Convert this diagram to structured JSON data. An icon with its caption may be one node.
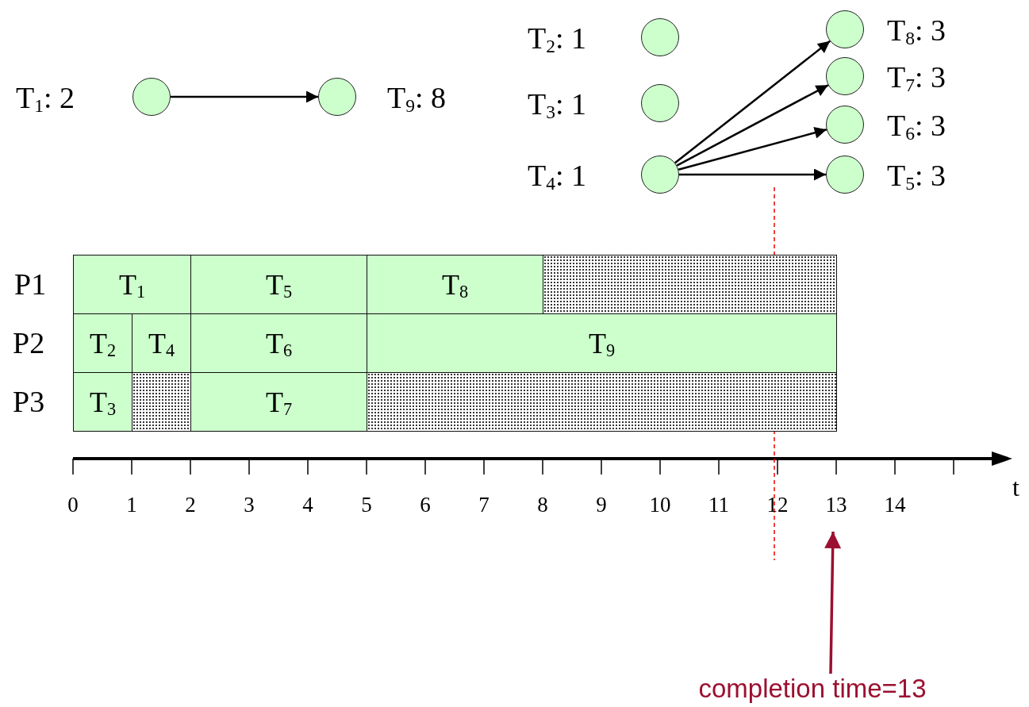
{
  "diagram": {
    "nodes": [
      {
        "text": [],
        "shape": "circle",
        "beside": [
          "T$_{1}$: 2"
        ]
      },
      {
        "text": [],
        "shape": "circle",
        "beside": [
          "T$_{9}$: 8"
        ]
      },
      {
        "text": [],
        "shape": "circle",
        "beside": [
          "T$_{2}$: 1"
        ]
      },
      {
        "text": [],
        "shape": "circle",
        "beside": [
          "T$_{3}$: 1"
        ]
      },
      {
        "text": [],
        "shape": "circle",
        "beside": [
          "T$_{4}$: 1"
        ]
      },
      {
        "text": [],
        "shape": "circle",
        "beside": [
          "T$_{8}$: 3"
        ]
      },
      {
        "text": [],
        "shape": "circle",
        "beside": [
          "T$_{7}$: 3"
        ]
      },
      {
        "text": [],
        "shape": "circle",
        "beside": [
          "T$_{6}$: 3"
        ]
      },
      {
        "text": [],
        "shape": "circle",
        "beside": [
          "T$_{5}$: 3"
        ]
      },
      {
        "text": [
          "T$_{1}$"
        ]
      },
      {
        "text": [
          "T$_{5}$"
        ]
      },
      {
        "text": [
          "T$_{8}$"
        ]
      },
      {
        "text": [],
        "shape": "box"
      },
      {
        "text": [
          "T$_{2}$"
        ]
      },
      {
        "text": [
          "T$_{4}$"
        ]
      },
      {
        "text": [
          "T$_{6}$"
        ]
      },
      {
        "text": [
          "T$_{9}$"
        ]
      },
      {
        "text": [
          "T$_{3}$"
        ]
      },
      {
        "text": [],
        "shape": "box"
      },
      {
        "text": [
          "T$_{7}$"
        ]
      },
      {
        "text": [],
        "shape": "box"
      },
      {
        "text": [
          "completion time=13"
        ]
      }
    ],
    "edges": [
      {
        "from": 0,
        "to": 1,
        "arrow": "to"
      },
      {
        "from": 4,
        "to": 5,
        "arrow": "to"
      },
      {
        "from": 4,
        "to": 6,
        "arrow": "to"
      },
      {
        "from": 4,
        "to": 7,
        "arrow": "to"
      },
      {
        "from": 4,
        "to": 8,
        "arrow": "to"
      },
      {
        "from": 21,
        "to": null,
        "arrow": "to",
        "color": "#9b1030"
      }
    ],
    "labels": [
      "P1",
      "P2",
      "P3",
      "0",
      "1",
      "2",
      "3",
      "4",
      "5",
      "6",
      "7",
      "8",
      "9",
      "10",
      "11",
      "12",
      "13",
      "14",
      "t"
    ]
  }
}
